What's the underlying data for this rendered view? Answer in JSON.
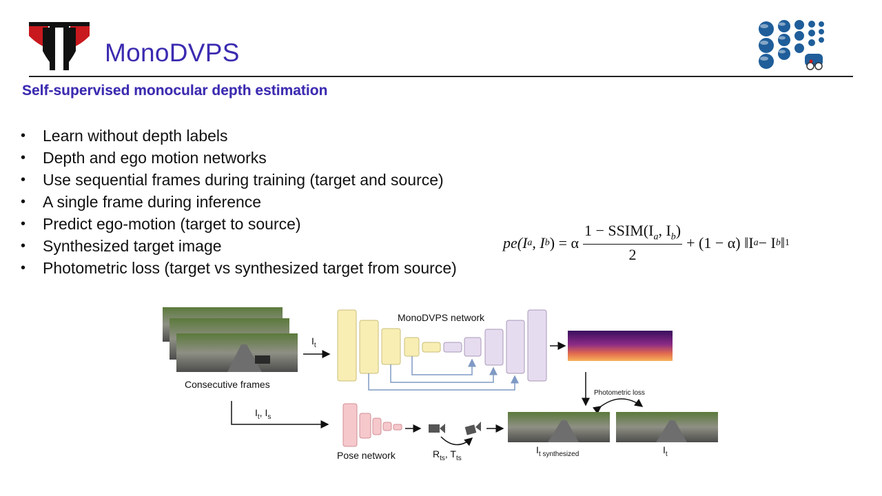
{
  "header": {
    "title": "MonoDVPS",
    "subtitle": "Self-supervised monocular depth estimation"
  },
  "bullets": [
    "Learn without depth labels",
    "Depth and ego motion networks",
    "Use sequential frames during training (target and source)",
    "A single frame during inference",
    "Predict ego-motion (target to source)",
    "Synthesized target image",
    "Photometric loss (target vs synthesized target from source)"
  ],
  "formula": {
    "lhs": "pe(I",
    "sub_a": "a",
    "sep": ", I",
    "sub_b": "b",
    "eq": ") = α",
    "numerator": "1 − SSIM(I",
    "num_mid": ", I",
    "num_end": ")",
    "denominator": "2",
    "plus": "+ (1 − α) ‖I",
    "minus": " − I",
    "norm_end": "‖",
    "norm_sub": "1"
  },
  "diagram": {
    "consecutive_frames": "Consecutive frames",
    "it_label": "I",
    "it_sub": "t",
    "network_label": "MonoDVPS network",
    "its_label": "I",
    "its_sub1": "t",
    "its_sep": ", I",
    "its_sub2": "s",
    "pose_network": "Pose network",
    "rts_label": "R",
    "rts_sub": "ts",
    "tts_sep": ", T",
    "tts_sub": "ts",
    "photometric_loss": "Photometric loss",
    "synth_label": "I",
    "synth_sub": "t synthesized",
    "target_label": "I",
    "target_sub": "t"
  },
  "colors": {
    "title": "#3b2bb0",
    "encoder_yellow": "#f8eeb4",
    "decoder_purple": "#e6dcef",
    "pose_pink": "#f5c8cc",
    "skip_blue": "#7f9ac4",
    "logo_red": "#c8191e"
  }
}
